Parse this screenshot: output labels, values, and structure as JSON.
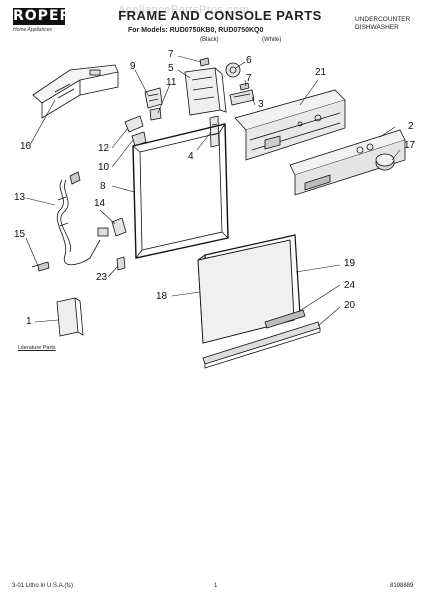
{
  "brand": {
    "logo_text": "ROPER",
    "logo_tagline": "Home Appliances"
  },
  "header": {
    "watermark": "AppliancePartsPros.com",
    "title": "FRAME AND CONSOLE PARTS",
    "subtitle": "For Models: RUD0750KB0, RUD0750KQ0",
    "variant_1": "(Black)",
    "variant_2": "(White)",
    "category_line1": "UNDERCOUNTER",
    "category_line2": "DISHWASHER"
  },
  "callouts": {
    "c1": "1",
    "c2": "2",
    "c3": "3",
    "c4": "4",
    "c5": "5",
    "c6": "6",
    "c7a": "7",
    "c7b": "7",
    "c8": "8",
    "c9": "9",
    "c10": "10",
    "c11": "11",
    "c12": "12",
    "c13": "13",
    "c14": "14",
    "c15": "15",
    "c16": "16",
    "c17": "17",
    "c18": "18",
    "c19": "19",
    "c20": "20",
    "c21": "21",
    "c23": "23",
    "c24": "24"
  },
  "literature_label": "Literature Parts",
  "footer": {
    "left": "3-01 Litho In U.S.A.(fs)",
    "center": "1",
    "right": "8198889"
  },
  "colors": {
    "ink": "#111111",
    "paper": "#ffffff",
    "watermark": "#969696"
  }
}
